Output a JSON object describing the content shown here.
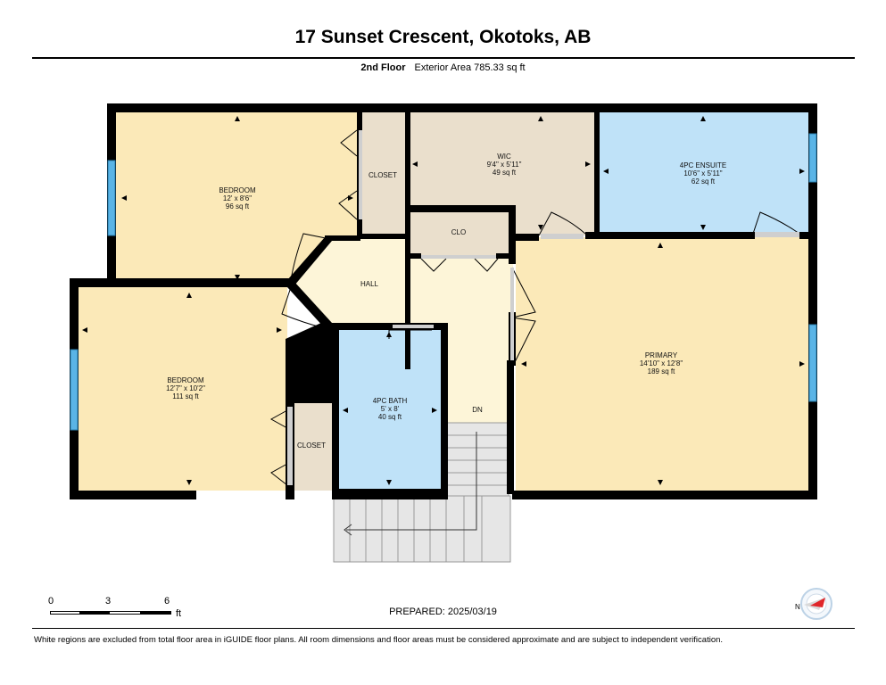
{
  "header": {
    "title": "17 Sunset Crescent, Okotoks, AB",
    "floor": "2nd Floor",
    "exterior_area": "Exterior Area 785.33 sq ft"
  },
  "rooms": {
    "bedroom_top": {
      "name": "BEDROOM",
      "dims": "12' x 8'6\"",
      "area": "96 sq ft"
    },
    "closet_top": {
      "name": "CLOSET"
    },
    "wic": {
      "name": "WIC",
      "dims": "9'4\" x 5'11\"",
      "area": "49 sq ft"
    },
    "ensuite": {
      "name": "4PC ENSUITE",
      "dims": "10'6\" x 5'11\"",
      "area": "62 sq ft"
    },
    "clo": {
      "name": "CLO"
    },
    "hall": {
      "name": "HALL"
    },
    "bedroom_bottom": {
      "name": "BEDROOM",
      "dims": "12'7\" x 10'2\"",
      "area": "111 sq ft"
    },
    "closet_bottom": {
      "name": "CLOSET"
    },
    "bath": {
      "name": "4PC BATH",
      "dims": "5' x 8'",
      "area": "40 sq ft"
    },
    "primary": {
      "name": "PRIMARY",
      "dims": "14'10\" x 12'8\"",
      "area": "189 sq ft"
    },
    "stairs": {
      "name": "DN"
    }
  },
  "scale_bar": {
    "ticks": [
      "0",
      "3",
      "6"
    ],
    "unit": "ft"
  },
  "prepared": "PREPARED: 2025/03/19",
  "compass_label": "N",
  "footnote": "White regions are excluded from total floor area in iGUIDE floor plans. All room dimensions and floor areas must be considered approximate and are subject to independent verification.",
  "colors": {
    "bedroom": "#fbe9b8",
    "closet": "#eadfcc",
    "bath": "#bfe2f8",
    "hall": "#fdf5d8",
    "stairs": "#e6e6e6",
    "wall": "#000000",
    "window": "#5ab4e6"
  }
}
